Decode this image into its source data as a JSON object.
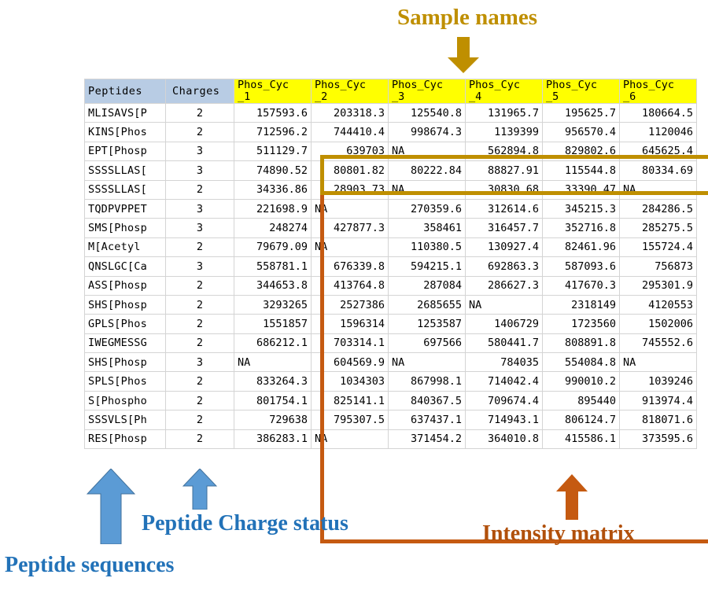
{
  "annotations": {
    "sample_names": "Sample names",
    "intensity_matrix": "Intensity matrix",
    "peptide_charge_status": "Peptide Charge status",
    "peptide_sequences": "Peptide sequences"
  },
  "colors": {
    "sample_names_accent": "#bf8f00",
    "intensity_matrix_accent": "#c55a11",
    "annotation_blue": "#2272b8",
    "header_blue_fill": "#b8cce4",
    "header_yellow_fill": "#ffff00",
    "grid_line": "#d4d4d4"
  },
  "table": {
    "headers": {
      "peptides": "Peptides",
      "charges": "Charges",
      "samples": [
        {
          "line1": "Phos_Cyc",
          "line2": "_1"
        },
        {
          "line1": "Phos_Cyc",
          "line2": "_2"
        },
        {
          "line1": "Phos_Cyc",
          "line2": "_3"
        },
        {
          "line1": "Phos_Cyc",
          "line2": "_4"
        },
        {
          "line1": "Phos_Cyc",
          "line2": "_5"
        },
        {
          "line1": "Phos_Cyc",
          "line2": "_6"
        }
      ]
    },
    "rows": [
      {
        "peptide": "MLISAVS[P",
        "charge": "2",
        "values": [
          "157593.6",
          "203318.3",
          "125540.8",
          "131965.7",
          "195625.7",
          "180664.5"
        ]
      },
      {
        "peptide": "KINS[Phos",
        "charge": "2",
        "values": [
          "712596.2",
          "744410.4",
          "998674.3",
          "1139399",
          "956570.4",
          "1120046"
        ]
      },
      {
        "peptide": "EPT[Phosp",
        "charge": "3",
        "values": [
          "511129.7",
          "639703",
          "NA",
          "562894.8",
          "829802.6",
          "645625.4"
        ]
      },
      {
        "peptide": "SSSSLLAS[",
        "charge": "3",
        "values": [
          "74890.52",
          "80801.82",
          "80222.84",
          "88827.91",
          "115544.8",
          "80334.69"
        ]
      },
      {
        "peptide": "SSSSLLAS[",
        "charge": "2",
        "values": [
          "34336.86",
          "28903.73",
          "NA",
          "30830.68",
          "33390.47",
          "NA"
        ]
      },
      {
        "peptide": "TQDPVPPET",
        "charge": "3",
        "values": [
          "221698.9",
          "NA",
          "270359.6",
          "312614.6",
          "345215.3",
          "284286.5"
        ]
      },
      {
        "peptide": "SMS[Phosp",
        "charge": "3",
        "values": [
          "248274",
          "427877.3",
          "358461",
          "316457.7",
          "352716.8",
          "285275.5"
        ]
      },
      {
        "peptide": "M[Acetyl",
        "charge": "2",
        "values": [
          "79679.09",
          "NA",
          "110380.5",
          "130927.4",
          "82461.96",
          "155724.4"
        ]
      },
      {
        "peptide": "QNSLGC[Ca",
        "charge": "3",
        "values": [
          "558781.1",
          "676339.8",
          "594215.1",
          "692863.3",
          "587093.6",
          "756873"
        ]
      },
      {
        "peptide": "ASS[Phosp",
        "charge": "2",
        "values": [
          "344653.8",
          "413764.8",
          "287084",
          "286627.3",
          "417670.3",
          "295301.9"
        ]
      },
      {
        "peptide": "SHS[Phosp",
        "charge": "2",
        "values": [
          "3293265",
          "2527386",
          "2685655",
          "NA",
          "2318149",
          "4120553"
        ]
      },
      {
        "peptide": "GPLS[Phos",
        "charge": "2",
        "values": [
          "1551857",
          "1596314",
          "1253587",
          "1406729",
          "1723560",
          "1502006"
        ]
      },
      {
        "peptide": "IWEGMESSG",
        "charge": "2",
        "values": [
          "686212.1",
          "703314.1",
          "697566",
          "580441.7",
          "808891.8",
          "745552.6"
        ]
      },
      {
        "peptide": "SHS[Phosp",
        "charge": "3",
        "values": [
          "NA",
          "604569.9",
          "NA",
          "784035",
          "554084.8",
          "NA"
        ]
      },
      {
        "peptide": "SPLS[Phos",
        "charge": "2",
        "values": [
          "833264.3",
          "1034303",
          "867998.1",
          "714042.4",
          "990010.2",
          "1039246"
        ]
      },
      {
        "peptide": "S[Phospho",
        "charge": "2",
        "values": [
          "801754.1",
          "825141.1",
          "840367.5",
          "709674.4",
          "895440",
          "913974.4"
        ]
      },
      {
        "peptide": "SSSVLS[Ph",
        "charge": "2",
        "values": [
          "729638",
          "795307.5",
          "637437.1",
          "714943.1",
          "806124.7",
          "818071.6"
        ]
      },
      {
        "peptide": "RES[Phosp",
        "charge": "2",
        "values": [
          "386283.1",
          "NA",
          "371454.2",
          "364010.8",
          "415586.1",
          "373595.6"
        ]
      }
    ]
  }
}
